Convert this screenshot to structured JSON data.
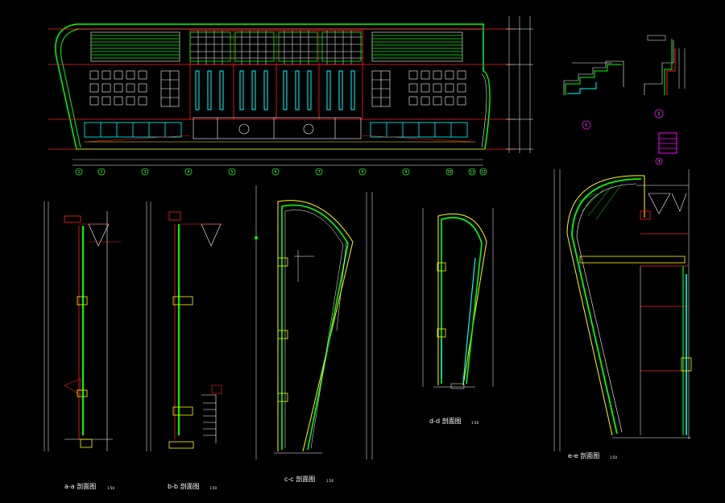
{
  "drawing": {
    "background": "#000000",
    "colors": {
      "green": "#00ff00",
      "red": "#ff2020",
      "white": "#ffffff",
      "cyan": "#00ffff",
      "yellow": "#ffff00",
      "magenta": "#ff00ff",
      "gray": "#a0a0a0"
    },
    "elevation": {
      "title": "",
      "grid_labels": [
        "1",
        "2",
        "3",
        "4",
        "5",
        "6",
        "7",
        "8",
        "9",
        "10",
        "11",
        "12"
      ]
    },
    "details": {
      "detail1_label": "1",
      "detail2_label": "2",
      "detail3_label": "3"
    },
    "sections": {
      "aa_title": "a-a 剖面图",
      "bb_title": "b-b 剖面图",
      "cc_title": "c-c 剖面图",
      "dd_title": "d-d 剖面图",
      "ee_title": "e-e 剖面图",
      "scale": "1:50"
    }
  }
}
